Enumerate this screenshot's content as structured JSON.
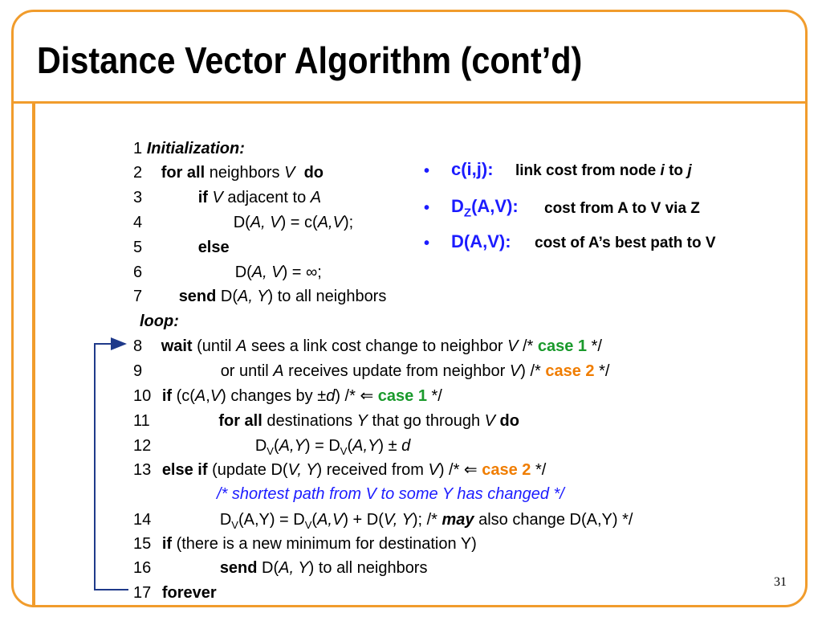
{
  "title": "Distance Vector Algorithm (cont’d)",
  "page_number": "31",
  "bullets": [
    {
      "key": "c(i,j):",
      "desc_parts": [
        "link cost from node ",
        "i",
        " to ",
        "j"
      ]
    },
    {
      "key_parts": [
        "D",
        "Z",
        "(A,V):"
      ],
      "desc": "cost from A to V via Z"
    },
    {
      "key": "D(A,V):",
      "desc": "cost of A’s best path to V"
    }
  ],
  "code": {
    "l1": {
      "num": "1",
      "t": "Initialization:"
    },
    "l2": {
      "num": "2",
      "a": "for all",
      "b": " neighbors ",
      "c": "V",
      "d": "do"
    },
    "l3": {
      "num": "3",
      "a": "if",
      "b": "V",
      "c": " adjacent to ",
      "d": "A"
    },
    "l4": {
      "num": "4",
      "a": "D(",
      "b": "A, V",
      "c": ") = c(",
      "d": "A,V",
      "e": ");"
    },
    "l5": {
      "num": "5",
      "a": "else"
    },
    "l6": {
      "num": "6",
      "a": "D(",
      "b": "A, V",
      "c": ") = ∞;"
    },
    "l7": {
      "num": "7",
      "a": "send",
      "b": " D(",
      "c": "A, Y",
      "d": ") to all neighbors"
    },
    "loop": "loop:",
    "l8": {
      "num": "8",
      "a": "wait",
      "b": " (until ",
      "c": "A",
      "d": " sees a link cost change to neighbor ",
      "e": "V",
      "f": "  /* ",
      "g": "case 1",
      "h": " */"
    },
    "l9": {
      "num": "9",
      "a": "or until ",
      "b": "A",
      "c": " receives update from neighbor ",
      "d": "V",
      "e": ")    /* ",
      "f": "case 2",
      "g": " */"
    },
    "l10": {
      "num": "10",
      "a": "if",
      "b": " (c(",
      "c": "A",
      "d": ",",
      "e": "V",
      "f": ") changes by ±",
      "g": "d",
      "h": ")  /* ⇐ ",
      "i": "case 1",
      "j": " */"
    },
    "l11": {
      "num": "11",
      "a": "for all",
      "b": " destinations ",
      "c": "Y",
      "d": " that go through ",
      "e": "V",
      "f": " do"
    },
    "l12": {
      "num": "12",
      "a": "D",
      "b": "V",
      "c": "(",
      "d": "A,Y",
      "e": ") =  D",
      "f": "V",
      "g": "(",
      "h": "A,Y",
      "i": ") ± ",
      "j": "d"
    },
    "l13": {
      "num": "13",
      "a": "else if",
      "b": " (update D(",
      "c": "V, Y",
      "d": ") received from ",
      "e": "V",
      "f": ") /* ⇐ ",
      "g": "case 2",
      "h": " */"
    },
    "comment": "/* shortest path from V to some Y has changed  */",
    "l14": {
      "num": "14",
      "a": "D",
      "b": "V",
      "c": "(A,Y) = D",
      "d": "V",
      "e": "(",
      "f": "A,V",
      "g": ") + D(",
      "h": "V, Y",
      "i": ");    /* ",
      "j": "may",
      "k": " also change D(A,Y) */"
    },
    "l15": {
      "num": "15",
      "a": "if",
      "b": " (there is a new minimum for destination Y)"
    },
    "l16": {
      "num": "16",
      "a": "send",
      "b": " D(",
      "c": "A, Y",
      "d": ") to all neighbors"
    },
    "l17": {
      "num": "17",
      "a": "forever"
    }
  }
}
